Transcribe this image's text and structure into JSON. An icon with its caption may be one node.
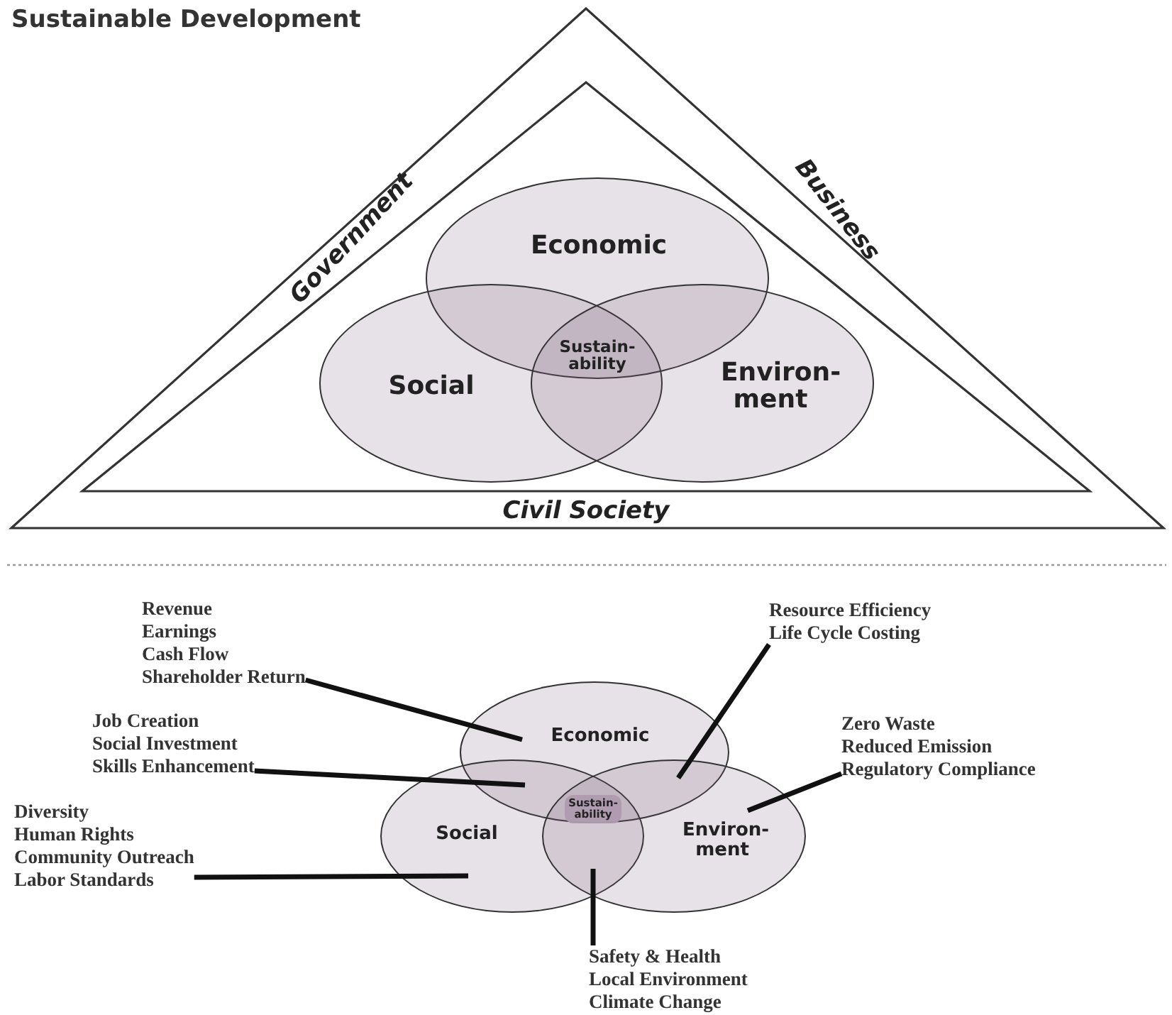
{
  "diagram": {
    "title": "Sustainable Development",
    "nodes": [
      {
        "text": [
          "Economic"
        ]
      },
      {
        "text": [
          "Social"
        ]
      },
      {
        "text": [
          "Environ- ment"
        ]
      },
      {
        "text": [
          "Sustain- ability"
        ]
      },
      {
        "text": [
          "Economic"
        ]
      },
      {
        "text": [
          "Social"
        ]
      },
      {
        "text": [
          "Environ- ment"
        ]
      },
      {
        "text": [
          "Sustain- ability"
        ]
      },
      {
        "text": [
          "Revenue",
          "Earnings",
          "Cash Flow",
          "Shareholder Return"
        ]
      },
      {
        "text": [
          "Resource Efficiency",
          "Life Cycle Costing"
        ]
      },
      {
        "text": [
          "Job Creation",
          "Social Investment",
          "Skills Enhancement"
        ]
      },
      {
        "text": [
          "Zero Waste",
          "Reduced Emission",
          "Regulatory Compliance"
        ]
      },
      {
        "text": [
          "Diversity",
          "Human Rights",
          "Community Outreach",
          "Labor Standards"
        ]
      },
      {
        "text": [
          "Safety & Health",
          "Local Environment",
          "Climate Change"
        ]
      }
    ],
    "edges": [
      {
        "from": 8,
        "to": 4,
        "arrow": "none"
      },
      {
        "from": 9,
        "to": 4,
        "arrow": "none"
      },
      {
        "from": 10,
        "to": 4,
        "arrow": "none"
      },
      {
        "from": 11,
        "to": 6,
        "arrow": "none"
      },
      {
        "from": 12,
        "to": 5,
        "arrow": "none"
      },
      {
        "from": 13,
        "to": 5,
        "arrow": "none"
      }
    ],
    "labels": [
      "Government",
      "Business",
      "Civil Society"
    ]
  }
}
